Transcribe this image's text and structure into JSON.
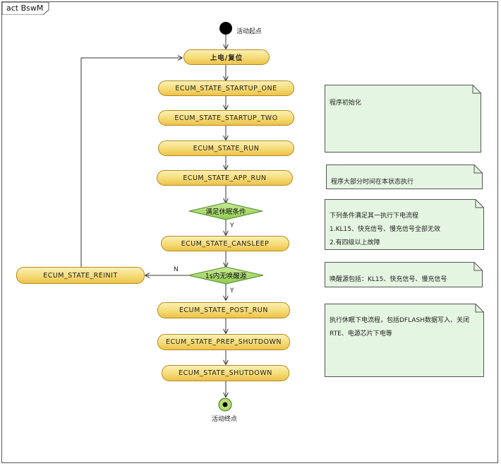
{
  "frame": {
    "title": "act BswM"
  },
  "start": {
    "label": "活动起点"
  },
  "end": {
    "label": "活动终点"
  },
  "actions": {
    "power_reset": "上电/复位",
    "startup_one": "ECUM_STATE_STARTUP_ONE",
    "startup_two": "ECUM_STATE_STARTUP_TWO",
    "run": "ECUM_STATE_RUN",
    "app_run": "ECUM_STATE_APP_RUN",
    "cansleep": "ECUM_STATE_CANSLEEP",
    "reinit": "ECUM_STATE_REINIT",
    "post_run": "ECUM_STATE_POST_RUN",
    "prep_shutdown": "ECUM_STATE_PREP_SHUTDOWN",
    "shutdown": "ECUM_STATE_SHUTDOWN"
  },
  "decisions": {
    "sleep_condition": "满足休眠条件",
    "no_wakeup_1s": "1s内无唤醒源"
  },
  "guards": {
    "yes_1": "Y",
    "yes_2": "Y",
    "no": "N"
  },
  "notes": {
    "init": {
      "lines": [
        "程序初始化"
      ]
    },
    "app_run": {
      "lines": [
        "程序大部分时间在本状态执行"
      ]
    },
    "cansleep": {
      "lines": [
        "下列条件满足其一执行下电流程",
        "1.KL15、快充信号、慢充信号全部无效",
        "2.有四级以上故障"
      ]
    },
    "reinit": {
      "lines": [
        "唤醒源包括：KL15、快充信号、慢充信号"
      ]
    },
    "post_run": {
      "lines": [
        "执行休眠下电流程，包括DFLASH数据写入、关闭",
        "RTE、电源芯片下电等"
      ]
    }
  },
  "colors": {
    "action_border": "#b58a1e",
    "action_fill_top": "#fbf0b4",
    "action_fill_bottom": "#edc24a",
    "decision_fill": "#a8d86a",
    "note_fill": "#e4f5e1",
    "line": "#333333"
  }
}
